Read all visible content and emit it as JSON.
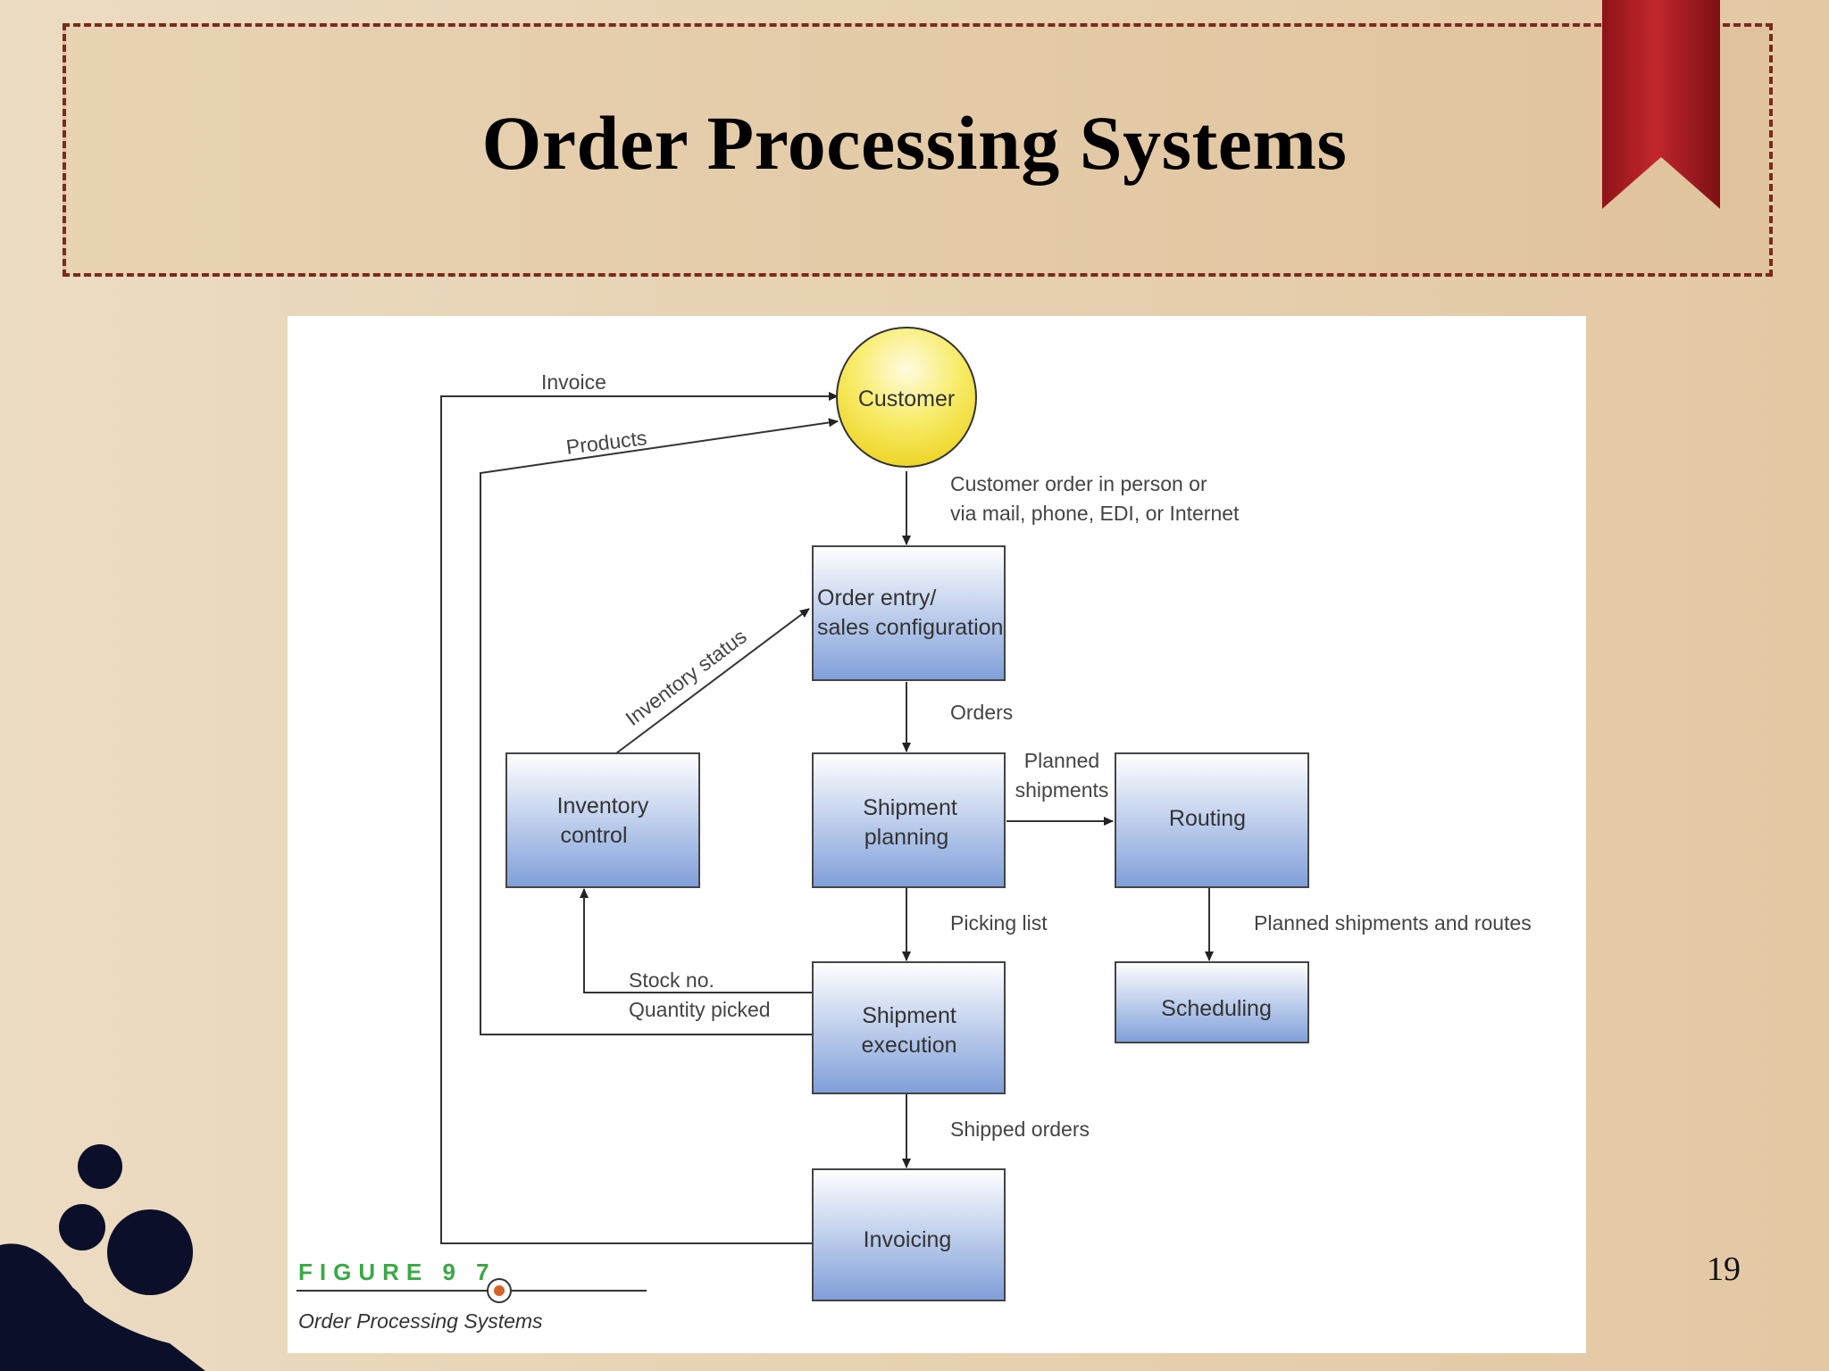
{
  "slide": {
    "title": "Order Processing Systems",
    "page_number": "19"
  },
  "diagram": {
    "nodes": {
      "customer": "Customer",
      "order_entry_line1": "Order entry/",
      "order_entry_line2": "sales configuration",
      "inventory_line1": "Inventory",
      "inventory_line2": "control",
      "shipment_planning_line1": "Shipment",
      "shipment_planning_line2": "planning",
      "routing": "Routing",
      "scheduling": "Scheduling",
      "shipment_execution_line1": "Shipment",
      "shipment_execution_line2": "execution",
      "invoicing": "Invoicing"
    },
    "edges": {
      "invoice": "Invoice",
      "products": "Products",
      "customer_order_line1": "Customer order in person or",
      "customer_order_line2": "via mail, phone, EDI, or Internet",
      "inventory_status": "Inventory status",
      "orders": "Orders",
      "planned_shipments_line1": "Planned",
      "planned_shipments_line2": "shipments",
      "picking_list": "Picking list",
      "planned_shipments_routes": "Planned shipments and routes",
      "stock_no": "Stock no.",
      "quantity_picked": "Quantity picked",
      "shipped_orders": "Shipped orders"
    },
    "caption": {
      "figure_label": "FIGURE 9 7",
      "figure_title": "Order Processing Systems"
    },
    "colors": {
      "customer_fill": "#f6e84a",
      "box_top": "#ffffff",
      "box_bottom": "#7f9fd9",
      "figure_label": "#3aa845",
      "banner_border": "#7b2a1e",
      "bookmark": "#a81c22"
    }
  }
}
